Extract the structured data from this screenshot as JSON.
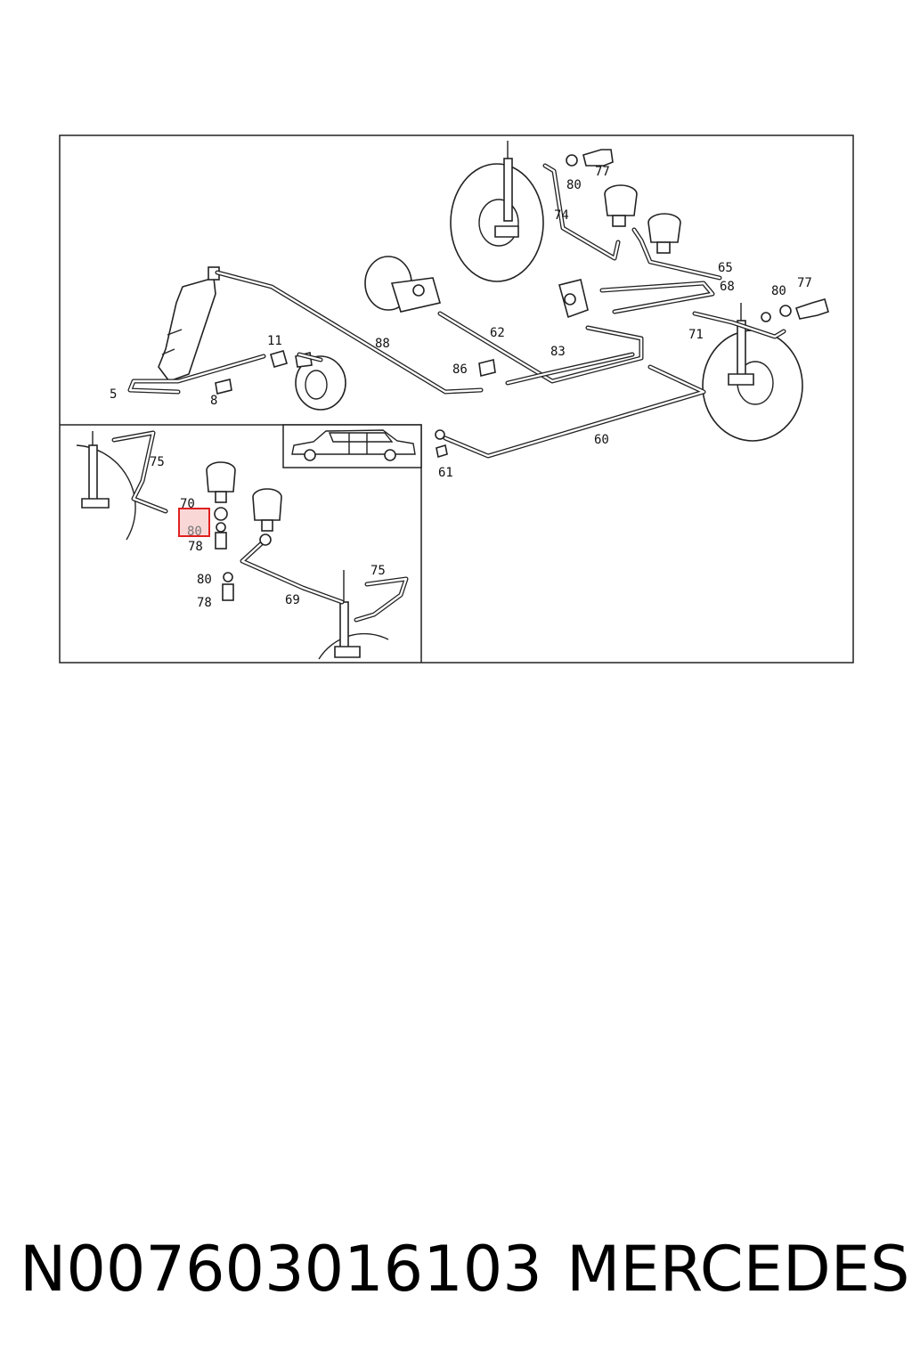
{
  "callouts": {
    "c5": "5",
    "c8": "8",
    "c11": "11",
    "c88": "88",
    "c62": "62",
    "c86": "86",
    "c83": "83",
    "c60": "60",
    "c61": "61",
    "c74": "74",
    "c80a": "80",
    "c77a": "77",
    "c65": "65",
    "c68": "68",
    "c71": "71",
    "c80b": "80",
    "c77b": "77",
    "c75a": "75",
    "c70": "70",
    "c80hl": "80",
    "c78a": "78",
    "c80c": "80",
    "c78b": "78",
    "c69": "69",
    "c75b": "75"
  },
  "highlight": {
    "label": "80",
    "color": "#e02020",
    "fill": "#f6b6b6"
  },
  "caption": {
    "part_number": "N007603016103",
    "brand": "MERCEDES"
  }
}
